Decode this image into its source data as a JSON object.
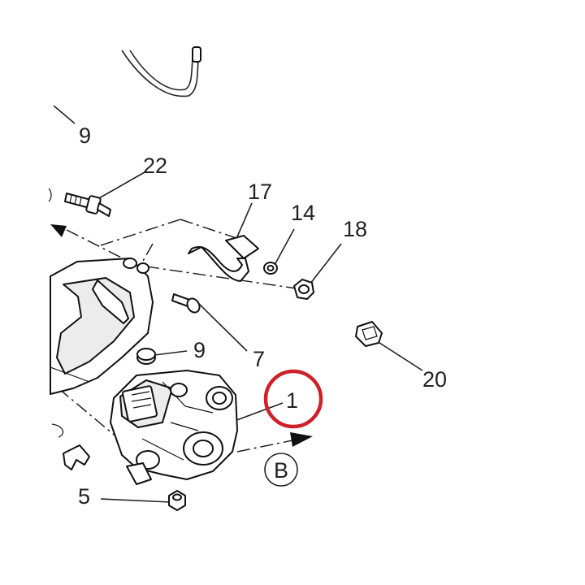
{
  "callouts": {
    "c9_top": "9",
    "c22": "22",
    "c17": "17",
    "c14": "14",
    "c18": "18",
    "c9_mid": "9",
    "c7": "7",
    "c20": "20",
    "c1": "1",
    "c5": "5",
    "view_b": "B"
  },
  "colors": {
    "highlight_ring": "#d0202a",
    "linework": "#111111"
  },
  "highlighted_part": "1"
}
